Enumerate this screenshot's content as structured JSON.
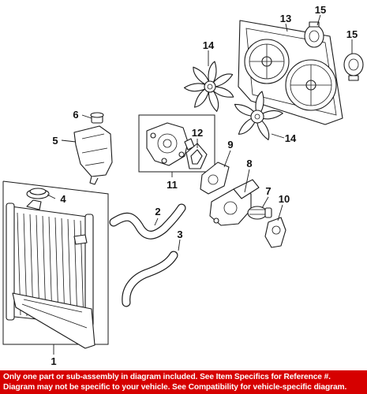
{
  "callouts": {
    "c1": "1",
    "c2": "2",
    "c3": "3",
    "c4": "4",
    "c5": "5",
    "c6": "6",
    "c7": "7",
    "c8": "8",
    "c9": "9",
    "c10": "10",
    "c11": "11",
    "c12": "12",
    "c13": "13",
    "c14a": "14",
    "c14b": "14",
    "c15a": "15",
    "c15b": "15"
  },
  "disclaimer": {
    "line1": "Only one part or sub-assembly in diagram included. See Item Specifics for Reference #.",
    "line2": "Diagram may not be specific to your vehicle. See Compatibility for vehicle-specific diagram."
  },
  "colors": {
    "banner": "#d60000",
    "banner_text": "#ffffff",
    "line": "#1a1a1a"
  }
}
